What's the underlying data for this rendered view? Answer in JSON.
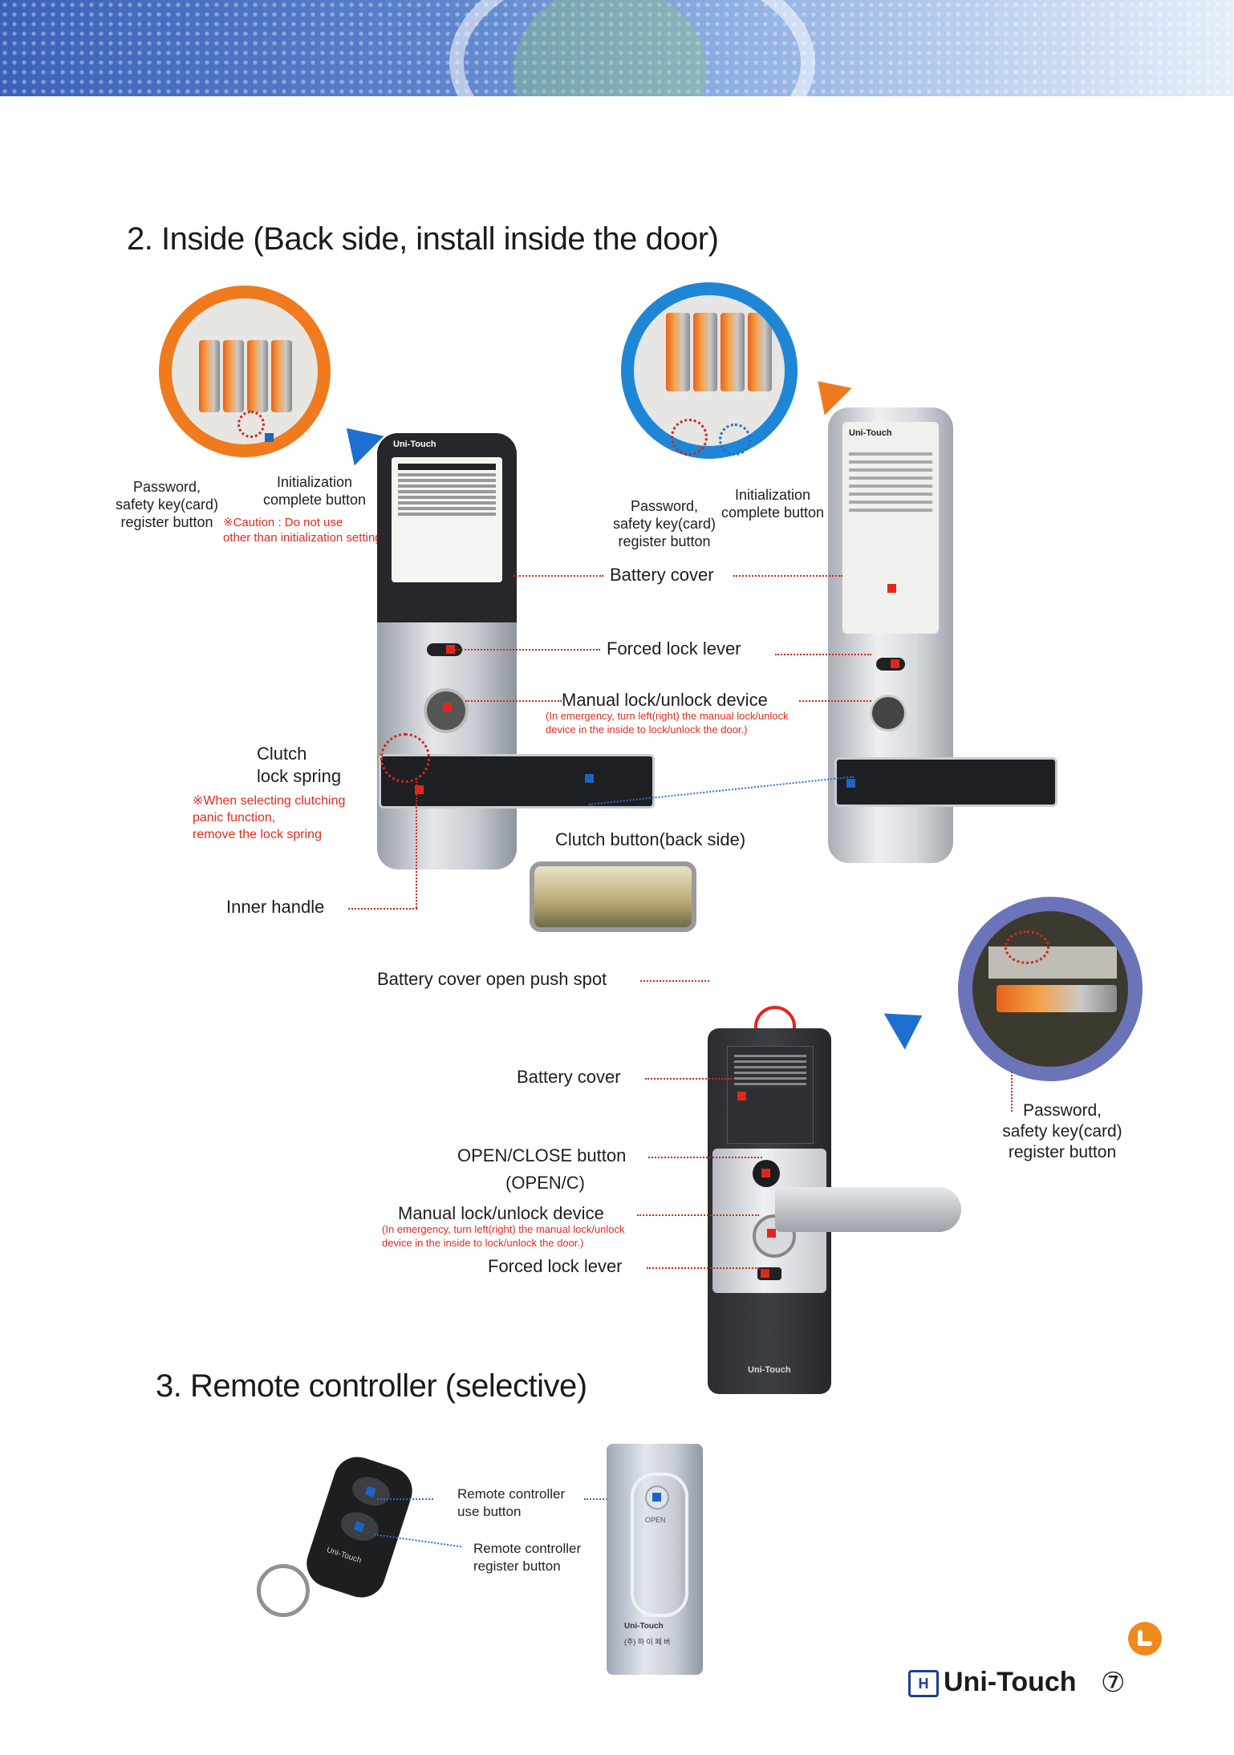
{
  "sections": {
    "inside_title": "2. Inside (Back side, install inside the door)",
    "remote_title": "3. Remote controller (selective)"
  },
  "left_unit": {
    "password_label": "Password,\nsafety key(card)\nregister button",
    "init_label": "Initialization\ncomplete button",
    "caution_label": "※Caution : Do not use\n  other than initialization setting.",
    "clutch_label": "Clutch\nlock spring",
    "clutch_note": "※When selecting clutching\n  panic function,\n  remove the lock spring",
    "inner_handle_label": "Inner handle",
    "brand": "Uni-Touch"
  },
  "right_unit": {
    "password_label": "Password,\nsafety key(card)\nregister button",
    "init_label": "Initialization\ncomplete button",
    "brand": "Uni-Touch"
  },
  "center_labels": {
    "battery_cover": "Battery cover",
    "forced_lock": "Forced lock lever",
    "manual_lock": "Manual lock/unlock device",
    "manual_lock_note": "(In emergency, turn left(right) the manual lock/unlock\ndevice in the inside to lock/unlock the door.)",
    "clutch_button": "Clutch button(back side)"
  },
  "front_unit": {
    "push_spot": "Battery cover open push spot",
    "battery_cover": "Battery cover",
    "open_close": "OPEN/CLOSE button",
    "open_close_abbr": "(OPEN/C)",
    "manual_lock": "Manual lock/unlock device",
    "manual_lock_note": "(In emergency, turn left(right) the manual lock/unlock\ndevice in the inside to lock/unlock the door.)",
    "forced_lock": "Forced lock lever",
    "password_label": "Password,\nsafety key(card)\nregister button",
    "brand": "Uni-Touch"
  },
  "remote": {
    "use_button": "Remote controller\nuse button",
    "register_button": "Remote controller\nregister button",
    "open_label": "OPEN",
    "brand": "Uni-Touch",
    "fob_brand": "Uni-Touch",
    "korean": "(주) 하 이 페 버"
  },
  "footer": {
    "brand": "Uni-Touch",
    "page_number": "⑦"
  },
  "colors": {
    "orange_ring": "#ef7b1e",
    "blue_ring": "#1f86d6",
    "purple_ring": "#6b74b8",
    "accent_red": "#e22a1f",
    "accent_blue": "#1d6fd0",
    "logo_orange": "#f08a1c"
  }
}
